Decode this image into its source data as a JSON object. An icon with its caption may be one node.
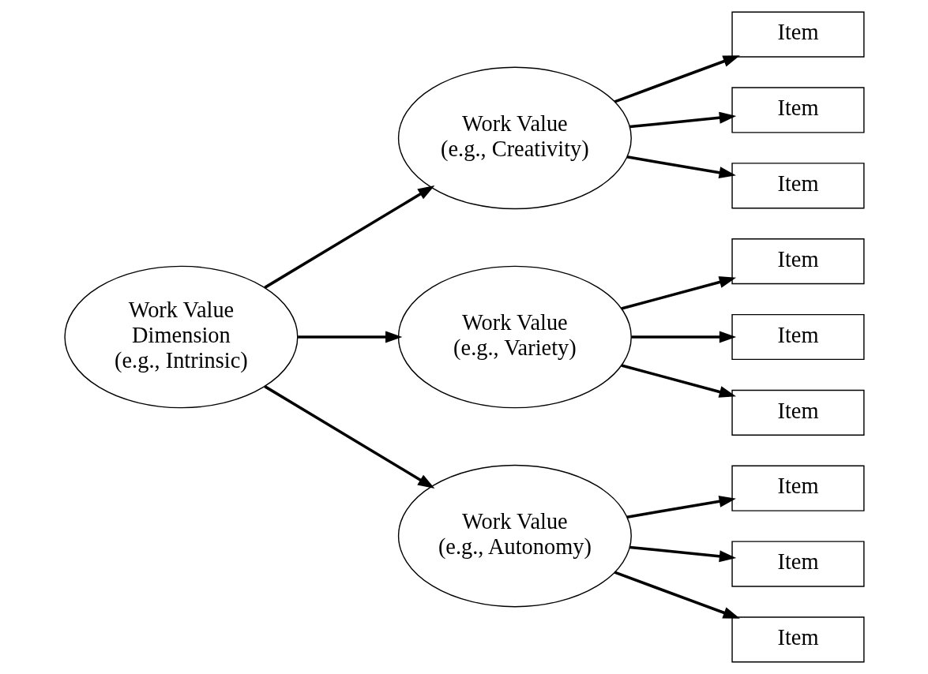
{
  "diagram": {
    "nodes": [
      {
        "text": [
          "Work Value Dimension (e.g., Intrinsic)"
        ]
      },
      {
        "text": [
          "Work Value (e.g., Creativity)"
        ]
      },
      {
        "text": [
          "Work Value (e.g., Variety)"
        ]
      },
      {
        "text": [
          "Work Value (e.g., Autonomy)"
        ]
      },
      {
        "text": [
          "Item"
        ]
      },
      {
        "text": [
          "Item"
        ]
      },
      {
        "text": [
          "Item"
        ]
      },
      {
        "text": [
          "Item"
        ]
      },
      {
        "text": [
          "Item"
        ]
      },
      {
        "text": [
          "Item"
        ]
      },
      {
        "text": [
          "Item"
        ]
      },
      {
        "text": [
          "Item"
        ]
      },
      {
        "text": [
          "Item"
        ]
      }
    ],
    "edges": [
      {
        "from": 0,
        "to": 1,
        "arrow": "to"
      },
      {
        "from": 0,
        "to": 2,
        "arrow": "to"
      },
      {
        "from": 0,
        "to": 3,
        "arrow": "to"
      },
      {
        "from": 1,
        "to": 4,
        "arrow": "to"
      },
      {
        "from": 1,
        "to": 5,
        "arrow": "to"
      },
      {
        "from": 1,
        "to": 6,
        "arrow": "to"
      },
      {
        "from": 2,
        "to": 7,
        "arrow": "to"
      },
      {
        "from": 2,
        "to": 8,
        "arrow": "to"
      },
      {
        "from": 2,
        "to": 9,
        "arrow": "to"
      },
      {
        "from": 3,
        "to": 10,
        "arrow": "to"
      },
      {
        "from": 3,
        "to": 11,
        "arrow": "to"
      },
      {
        "from": 3,
        "to": 12,
        "arrow": "to"
      }
    ]
  }
}
